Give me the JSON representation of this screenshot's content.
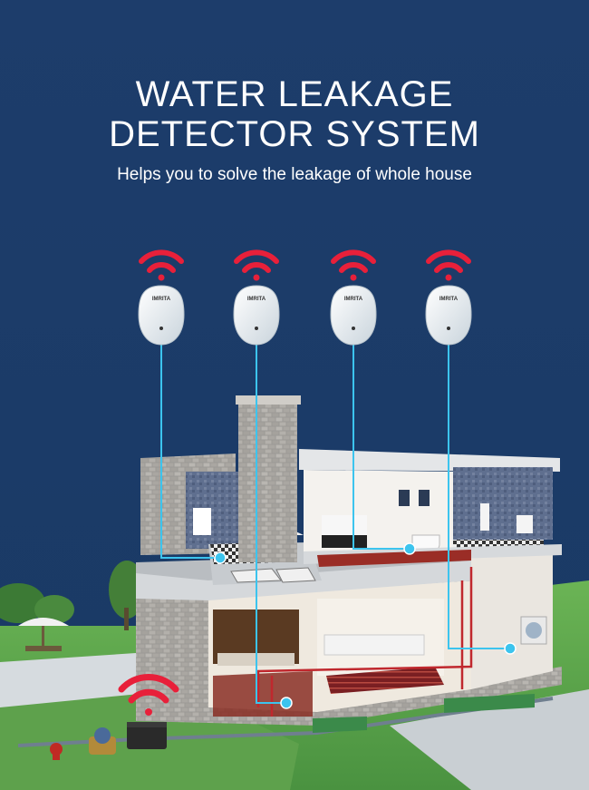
{
  "title_line1": "WATER LEAKAGE",
  "title_line2": "DETECTOR SYSTEM",
  "subtitle": "Helps you to solve the leakage of whole house",
  "sensor_brand": "IMRITA",
  "sensor_count": 4,
  "colors": {
    "background": "#1c3c69",
    "wifi": "#e8203a",
    "signal_line": "#3cc4ee",
    "sensor_body": "#eef3f6",
    "grass": "#5aa54a"
  }
}
